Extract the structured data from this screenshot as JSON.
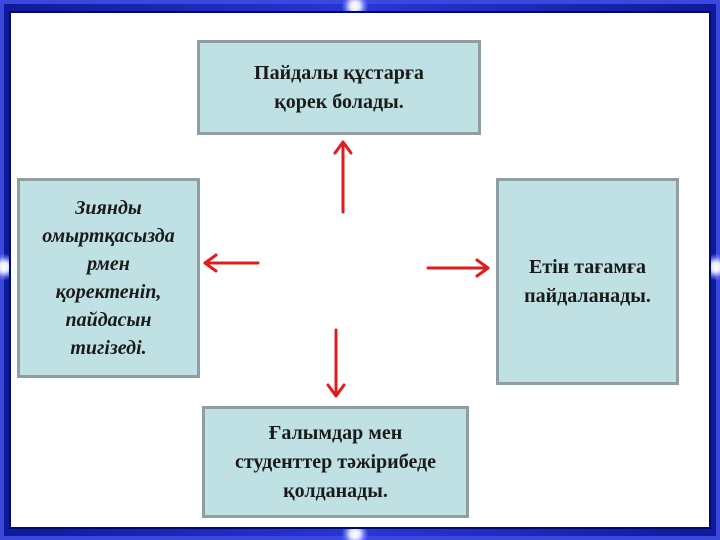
{
  "colors": {
    "frame": "#2a36d6",
    "box_fill": "#bfe1e3",
    "box_border": "#8e9ea3",
    "arrow": "#e01b1b"
  },
  "boxes": {
    "top": {
      "lines": [
        "Пайдалы құстарға",
        "қорек болады."
      ]
    },
    "left": {
      "lines": [
        "Зиянды",
        "омыртқасызда",
        "рмен",
        "қоректеніп,",
        "пайдасын",
        "тигізеді."
      ]
    },
    "right": {
      "lines": [
        "Етін тағамға",
        "пайдаланады."
      ]
    },
    "bottom": {
      "lines": [
        "Ғалымдар мен",
        "студенттер тәжірибеде",
        "қолданады."
      ]
    }
  },
  "arrows": [
    {
      "name": "arrow-up",
      "direction": "up"
    },
    {
      "name": "arrow-left",
      "direction": "left"
    },
    {
      "name": "arrow-right",
      "direction": "right"
    },
    {
      "name": "arrow-down",
      "direction": "down"
    }
  ]
}
